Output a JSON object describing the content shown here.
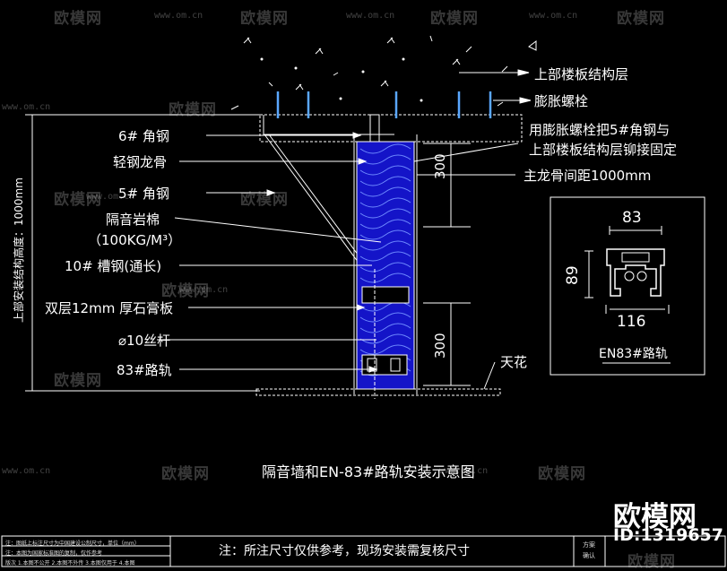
{
  "labels": {
    "upper_slab": "上部楼板结构层",
    "expansion_bolt": "膨胀螺栓",
    "fix_note_line1": "用膨胀螺栓把5#角钢与",
    "fix_note_line2": "上部楼板结构层铆接固定",
    "main_keel_spacing": "主龙骨间距1000mm",
    "angle6": "6# 角钢",
    "light_keel": "轻钢龙骨",
    "angle5": "5# 角钢",
    "rockwool": "隔音岩棉",
    "rockwool_density": "（100KG/M³）",
    "channel10": "10# 槽钢(通长)",
    "gypsum": "双层12mm 厚石膏板",
    "rod": "⌀10丝杆",
    "track": "83#路轨",
    "ceiling": "天花",
    "vertical_dim": "上部安装结构高度：1000mm"
  },
  "dimensions": {
    "upper_300": "300",
    "lower_300": "300"
  },
  "profile": {
    "width_top": "83",
    "height": "89",
    "width_bottom": "116",
    "caption": "EN83#路轨"
  },
  "caption": "隔音墙和EN-83#路轨安装示意图",
  "note": "注：所注尺寸仅供参考，现场安装需复核尺寸",
  "title_block": {
    "row1": "注：图纸上标注尺寸为中国建设公制尺寸，单位（mm）",
    "row2": "注：本图为国家标准图的复制，仅作参考",
    "row3": "版次 1.本图不公开 2.本图不外传 3.本图仅用于 4.本图",
    "right_label1": "方案",
    "right_label2": "确认"
  },
  "watermark": {
    "brand": "欧模网",
    "url": "www.om.cn"
  },
  "brand": {
    "name": "欧模网",
    "id": "ID:1319657"
  },
  "colors": {
    "background": "#000000",
    "line": "#ffffff",
    "bolt": "#5aa7ff",
    "wall_fill": "#1414c8"
  }
}
